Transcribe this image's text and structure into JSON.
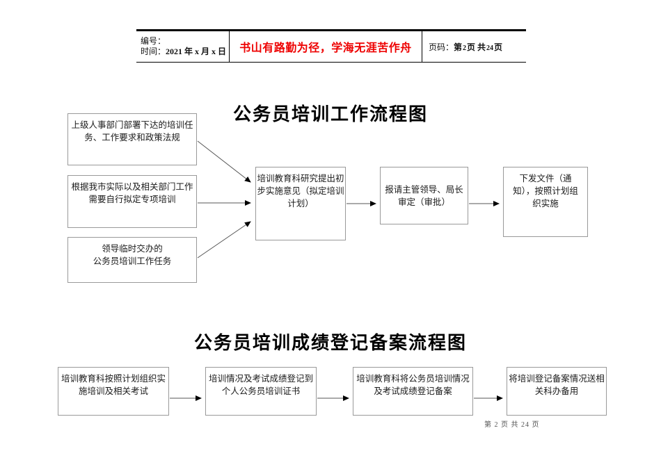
{
  "header": {
    "number_label": "编号：",
    "time_label": "时间：",
    "time_value": "2021 年 x 月 x 日",
    "motto": "书山有路勤为径，学海无涯苦作舟",
    "motto_color": "#ee0000",
    "pagination": {
      "label": "页码：",
      "seg1": "第",
      "current": "2",
      "seg2": "页 共",
      "total": "24",
      "seg3": "页"
    }
  },
  "flowchart1": {
    "title": "公务员培训工作流程图",
    "boxes": [
      {
        "text": "上级人事部门部署下达的培训任\n务、工作要求和政策法规"
      },
      {
        "text": "根据我市实际以及相关部门工作\n需要自行拟定专项培训"
      },
      {
        "text": "领导临时交办的\n公务员培训工作任务"
      },
      {
        "text": "培训教育科研究提出初\n步实施意见（拟定培训\n计划）"
      },
      {
        "text": "报请主管领导、局长\n审定（审批）"
      },
      {
        "text": "下发文件（通\n知），按照计划组\n织实施"
      }
    ]
  },
  "flowchart2": {
    "title": "公务员培训成绩登记备案流程图",
    "boxes": [
      {
        "text": "培训教育科按照计划组织实\n施培训及相关考试"
      },
      {
        "text": "培训情况及考试成绩登记到\n个人公务员培训证书"
      },
      {
        "text": "培训教育科将公务员培训情况\n及考试成绩登记备案"
      },
      {
        "text": "将培训登记备案情况送相\n关科办备用"
      }
    ]
  },
  "footer": {
    "text": "第 2 页 共 24 页"
  }
}
